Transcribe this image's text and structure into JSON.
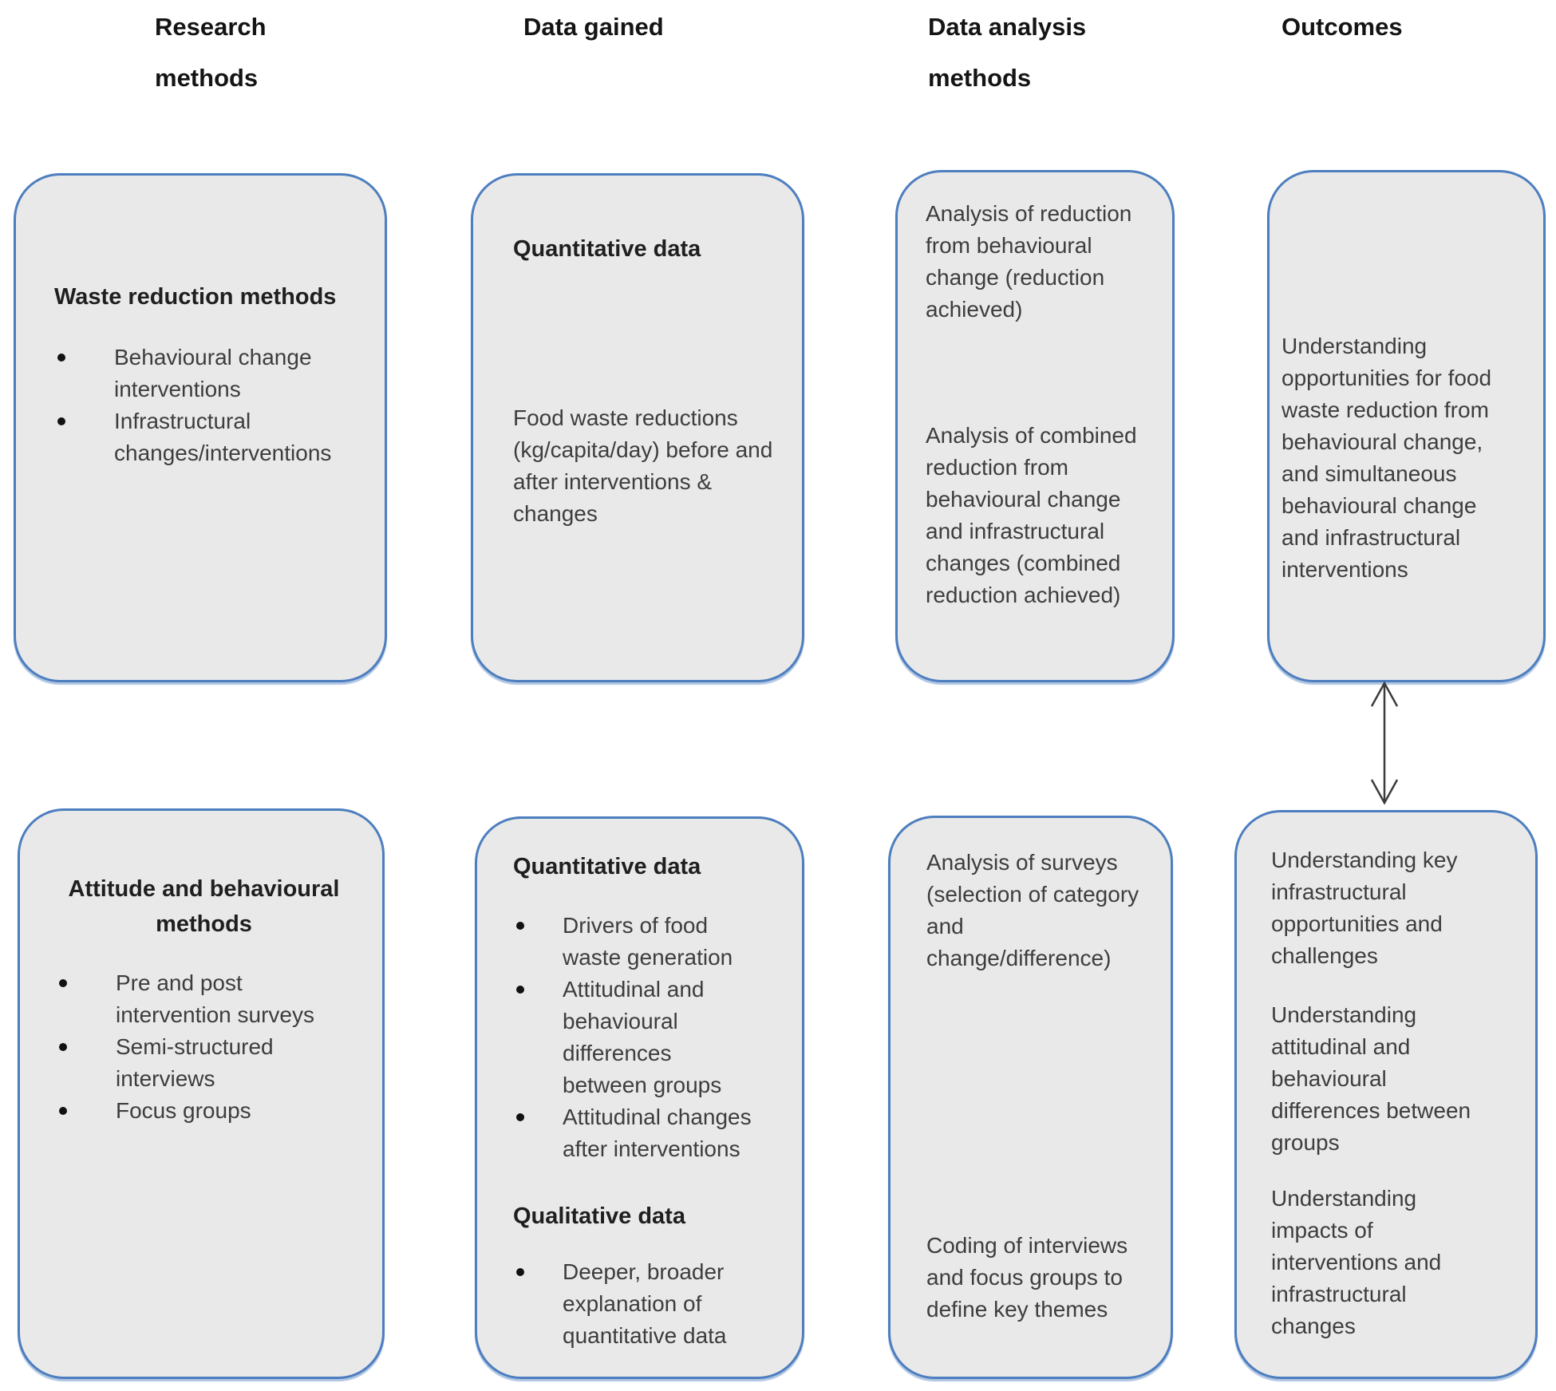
{
  "diagram": {
    "column_headers": [
      {
        "label": "Research\nmethods"
      },
      {
        "label": "Data gained"
      },
      {
        "label": "Data analysis\nmethods"
      },
      {
        "label": "Outcomes"
      }
    ],
    "boxes": {
      "research_top": {
        "title": "Waste reduction methods",
        "bullets": [
          "Behavioural change interventions",
          "Infrastructural changes/interventions"
        ]
      },
      "data_top": {
        "title": "Quantitative data",
        "body": "Food waste reductions (kg/capita/day) before and after interventions & changes"
      },
      "analysis_top": {
        "paragraphs": [
          "Analysis of reduction from behavioural change (reduction achieved)",
          "Analysis of combined reduction from behavioural change and infrastructural changes (combined reduction achieved)"
        ]
      },
      "outcomes_top": {
        "body": "Understanding opportunities for food waste reduction from behavioural change, and simultaneous behavioural change and infrastructural interventions"
      },
      "research_bottom": {
        "title": "Attitude and behavioural methods",
        "bullets": [
          "Pre and post intervention surveys",
          "Semi-structured interviews",
          "Focus groups"
        ]
      },
      "data_bottom": {
        "quantitative_title": "Quantitative data",
        "quantitative_bullets": [
          "Drivers of food waste generation",
          "Attitudinal and behavioural differences between groups",
          "Attitudinal changes after interventions"
        ],
        "qualitative_title": "Qualitative data",
        "qualitative_bullets": [
          "Deeper, broader explanation of quantitative data"
        ]
      },
      "analysis_bottom": {
        "paragraphs": [
          "Analysis of surveys (selection of category and change/difference)",
          "Coding of interviews and focus groups to define key themes"
        ]
      },
      "outcomes_bottom": {
        "paragraphs": [
          "Understanding key infrastructural opportunities and challenges",
          "Understanding attitudinal and behavioural differences between groups",
          "Understanding impacts of interventions and infrastructural changes"
        ]
      }
    },
    "colors": {
      "box_fill": "#e9e9e9",
      "box_border": "#4d7ebf"
    }
  }
}
